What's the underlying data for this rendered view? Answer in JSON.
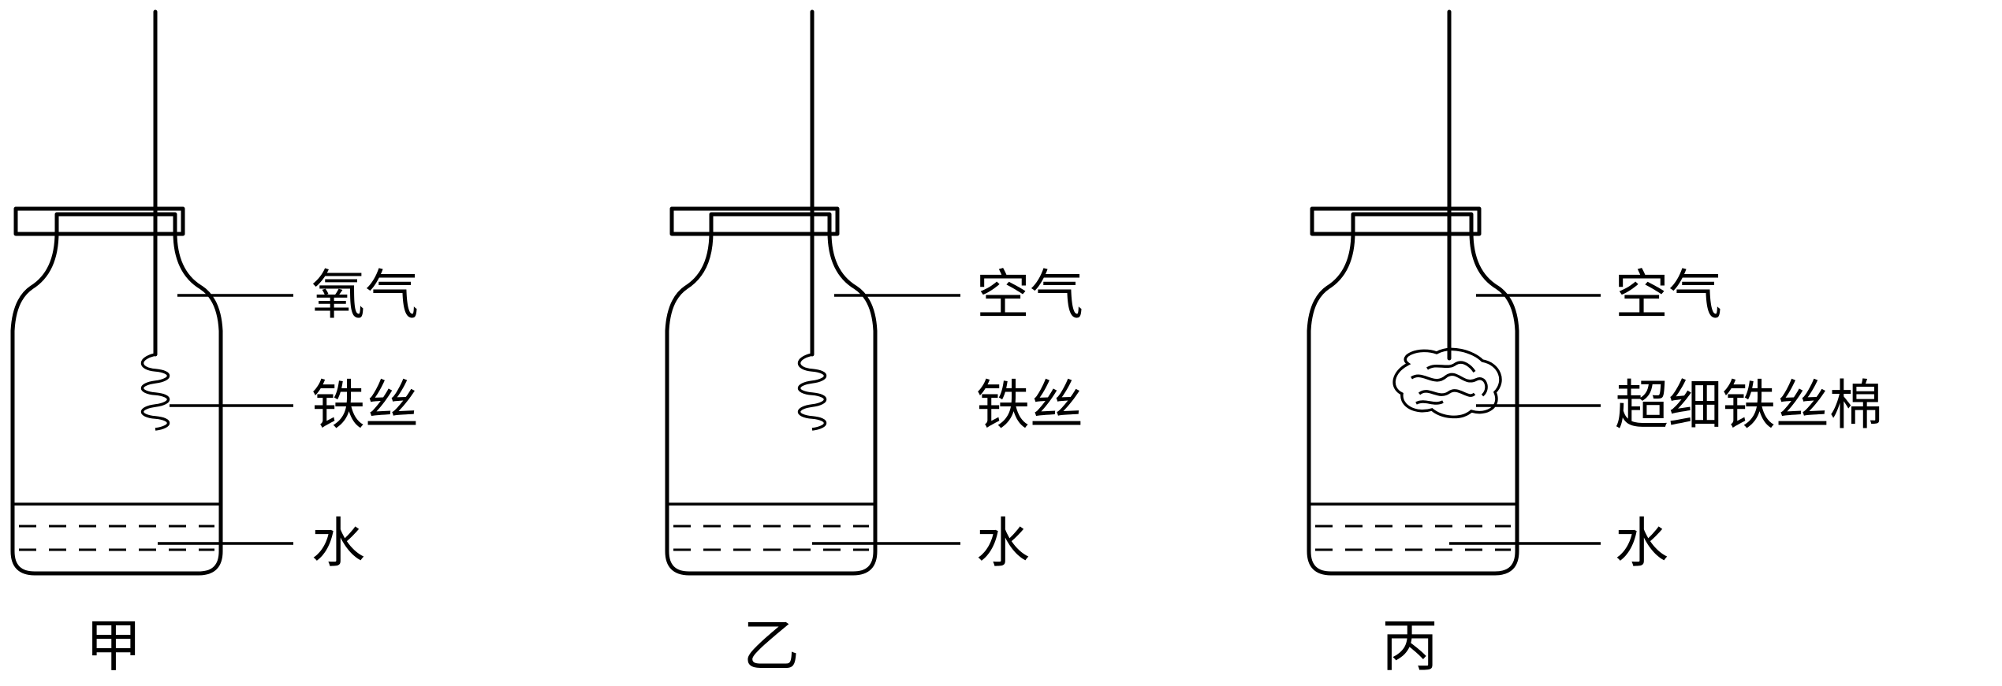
{
  "panels": [
    {
      "caption": "甲",
      "labels": {
        "gas": "氧气",
        "iron": "铁丝",
        "water": "水"
      }
    },
    {
      "caption": "乙",
      "labels": {
        "gas": "空气",
        "iron": "铁丝",
        "water": "水"
      }
    },
    {
      "caption": "丙",
      "labels": {
        "gas": "空气",
        "iron": "超细铁丝棉",
        "water": "水"
      }
    }
  ]
}
